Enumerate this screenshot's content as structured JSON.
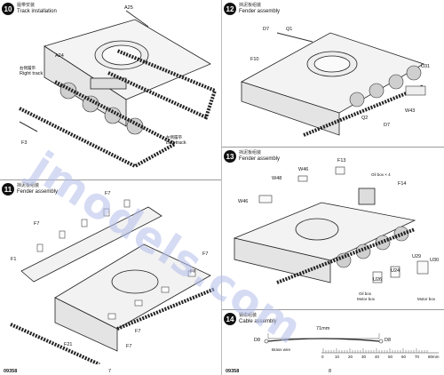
{
  "watermark": "jmodels.com",
  "steps": [
    {
      "number": "10",
      "title_cn": "履带安装",
      "title_en": "Track installation",
      "labels": {
        "a25": "A25",
        "a24": "A24",
        "right_cn": "右侧履带",
        "right_en": "Right track",
        "left_cn": "左侧履带",
        "left_en": "Left track",
        "f3": "F3"
      }
    },
    {
      "number": "11",
      "title_cn": "挡泥板组装",
      "title_en": "Fender assembly",
      "labels": {
        "f7": "F7",
        "f1": "F1",
        "f21": "F21"
      }
    },
    {
      "number": "12",
      "title_cn": "挡泥板组装",
      "title_en": "Fender assembly",
      "labels": {
        "d7": "D7",
        "q1": "Q1",
        "f10": "F10",
        "u31": "U31",
        "q2": "Q2",
        "w43": "W43"
      }
    },
    {
      "number": "13",
      "title_cn": "挡泥板组装",
      "title_en": "Fender assembly",
      "labels": {
        "f13": "F13",
        "w46": "W46",
        "w48": "W48",
        "f14": "F14",
        "oil_box": "Oil box × 4",
        "u29": "U29",
        "u30": "U30",
        "u24": "U24",
        "u26": "U26",
        "oil_box2": "Oil box",
        "motor_box": "Motor box",
        "motor_box2": "Motor box"
      }
    },
    {
      "number": "14",
      "title_cn": "钢缆组装",
      "title_en": "Cable assembly",
      "labels": {
        "length": "71mm",
        "d8": "D8",
        "d8b": "D8",
        "brass": "Brass wire",
        "ruler": [
          "0",
          "10",
          "20",
          "30",
          "40",
          "50",
          "60",
          "70",
          "80mm"
        ]
      }
    }
  ],
  "footer": {
    "left_code": "09358",
    "left_page": "7",
    "right_code": "09358",
    "right_page": "8"
  }
}
